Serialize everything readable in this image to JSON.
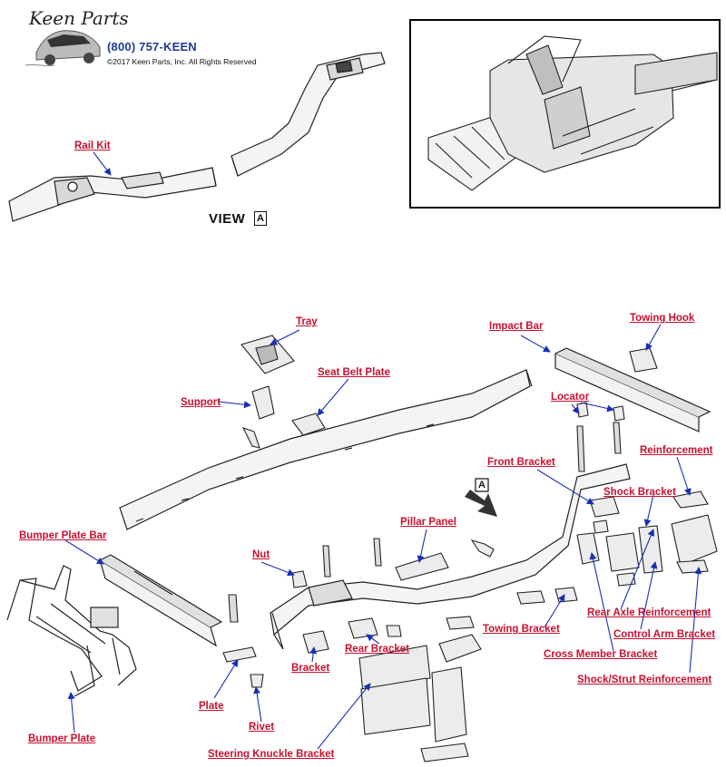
{
  "brand": {
    "logo_text": "Keen Parts",
    "phone": "(800) 757-KEEN",
    "copyright": "©2017 Keen Parts, Inc. All Rights Reserved"
  },
  "view": {
    "label": "VIEW",
    "letter": "A"
  },
  "arrow": {
    "letter": "A"
  },
  "colors": {
    "label": "#c8102e",
    "leader": "#1a2fb4",
    "phone": "#1f3a93",
    "line_art": "#222222"
  },
  "parts": {
    "rail_kit": "Rail Kit",
    "tray": "Tray",
    "seat_belt_plate": "Seat Belt Plate",
    "support": "Support",
    "impact_bar": "Impact Bar",
    "towing_hook": "Towing Hook",
    "locator": "Locator",
    "reinforcement": "Reinforcement",
    "front_bracket": "Front Bracket",
    "shock_bracket": "Shock Bracket",
    "pillar_panel": "Pillar Panel",
    "bumper_plate_bar": "Bumper Plate Bar",
    "nut": "Nut",
    "rear_axle_reinforcement": "Rear Axle Reinforcement",
    "control_arm_bracket": "Control Arm Bracket",
    "towing_bracket": "Towing Bracket",
    "rear_bracket": "Rear Bracket",
    "cross_member_bracket": "Cross Member Bracket",
    "bracket": "Bracket",
    "shock_strut_reinforcement": "Shock/Strut Reinforcement",
    "plate": "Plate",
    "rivet": "Rivet",
    "bumper_plate": "Bumper Plate",
    "steering_knuckle_bracket": "Steering Knuckle Bracket"
  }
}
